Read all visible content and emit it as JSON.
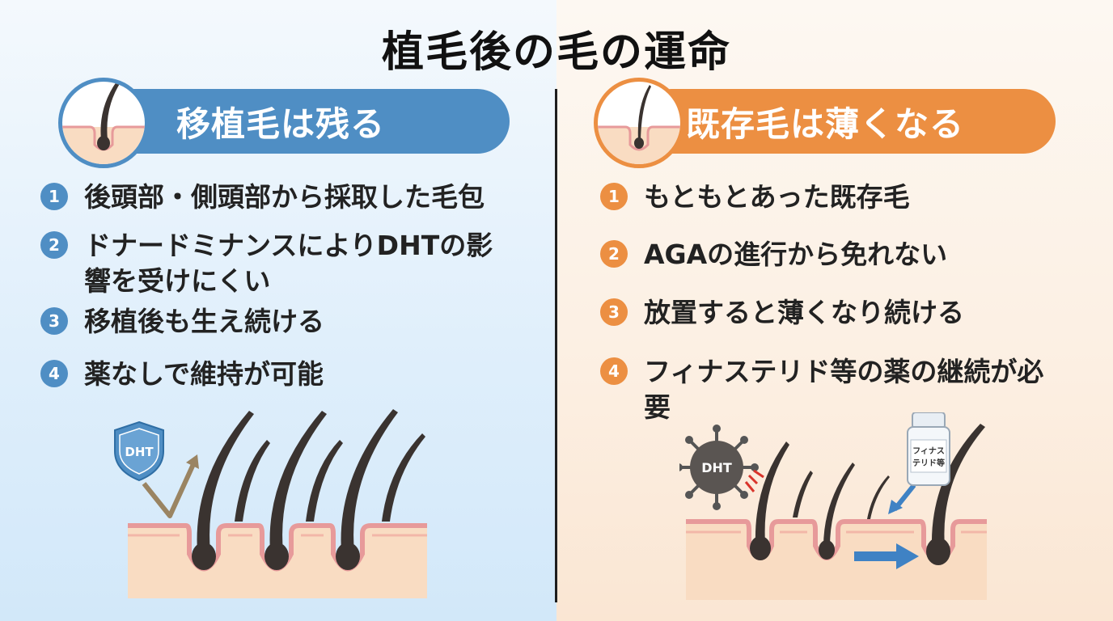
{
  "title": "植毛後の毛の運命",
  "left": {
    "banner": "移植毛は残る",
    "items": [
      {
        "num": "1",
        "text": "後頭部・側頭部から採取した毛包"
      },
      {
        "num": "2",
        "text": "ドナードミナンスによりDHTの影響を受けにくい"
      },
      {
        "num": "3",
        "text": "移植後も生え続ける"
      },
      {
        "num": "4",
        "text": "薬なしで維持が可能"
      }
    ],
    "shield_label": "DHT"
  },
  "right": {
    "banner": "既存毛は薄くなる",
    "items": [
      {
        "num": "1",
        "text": "もともとあった既存毛"
      },
      {
        "num": "2",
        "text": "AGAの進行から免れない"
      },
      {
        "num": "3",
        "text": "放置すると薄くなり続ける"
      },
      {
        "num": "4",
        "text": "フィナステリド等の薬の継続が必要"
      }
    ],
    "virus_label": "DHT",
    "bottle_label_line1": "フィナス",
    "bottle_label_line2": "テリド等"
  },
  "colors": {
    "blue": "#4f8ec4",
    "orange": "#ec8f42",
    "skin": "#f9dcc2",
    "skin_edge": "#e79a9a",
    "hair": "#3a3330"
  }
}
